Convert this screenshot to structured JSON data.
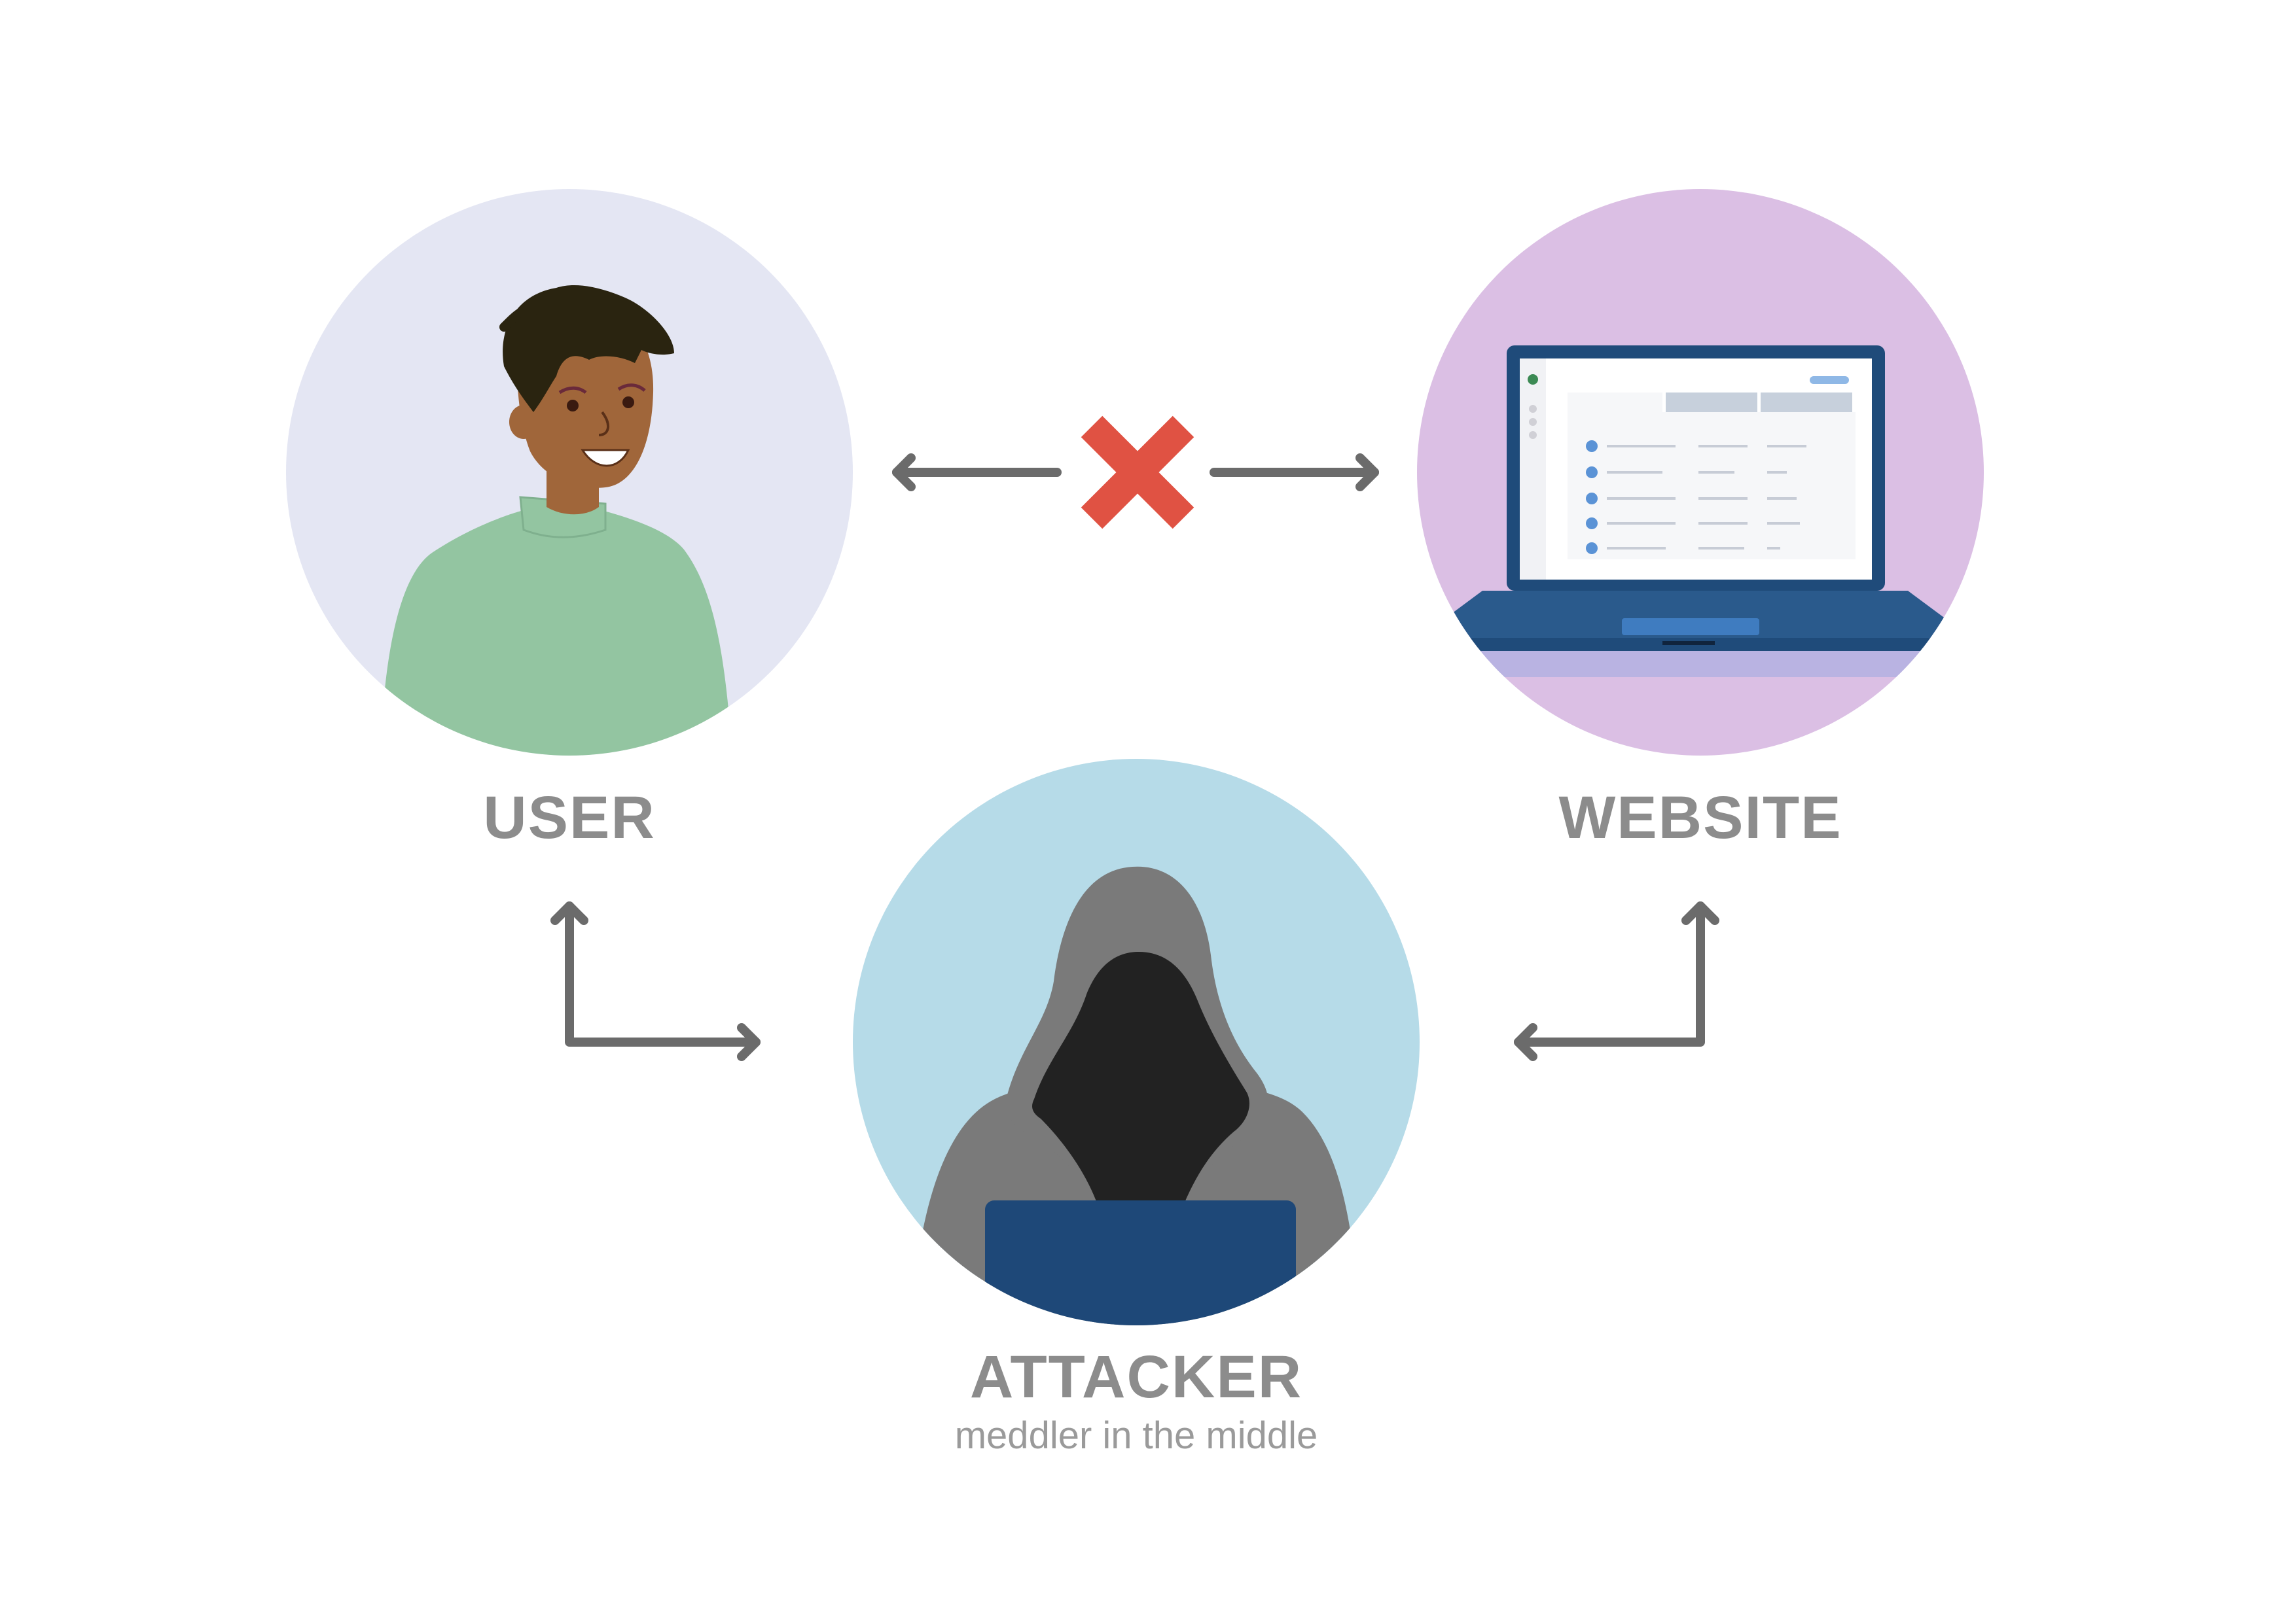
{
  "nodes": {
    "user": {
      "label": "USER",
      "circle_color": "#e4e6f3"
    },
    "website": {
      "label": "WEBSITE",
      "circle_color": "#dbbfe4"
    },
    "attacker": {
      "label": "ATTACKER",
      "sublabel": "meddler in the middle",
      "circle_color": "#b6dbe8"
    }
  },
  "colors": {
    "arrow": "#6b6b6b",
    "blocked_x": "#e05243",
    "label": "#8c8c8c",
    "sweater": "#93c5a1",
    "skin": "#a0663a",
    "hair": "#2a2410",
    "hood": "#7a7a7a",
    "hood_shadow": "#222222",
    "laptop_body": "#1f4b7a",
    "attacker_laptop": "#1e4878"
  },
  "icons": [
    "close-icon",
    "person-icon",
    "laptop-icon",
    "hacker-icon"
  ]
}
